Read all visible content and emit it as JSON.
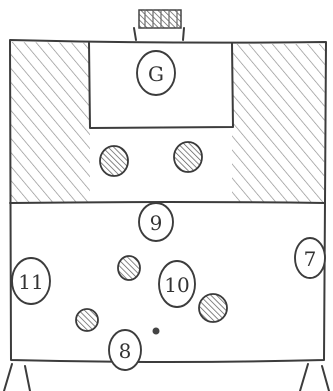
{
  "players": [
    {
      "label": "G",
      "kind": "marked",
      "zone": "box"
    },
    {
      "label": "",
      "kind": "hatched",
      "zone": "defense"
    },
    {
      "label": "",
      "kind": "hatched",
      "zone": "defense"
    },
    {
      "label": "9",
      "kind": "marked",
      "zone": "midline"
    },
    {
      "label": "11",
      "kind": "marked",
      "zone": "left-wing"
    },
    {
      "label": "7",
      "kind": "marked",
      "zone": "right-wing"
    },
    {
      "label": "",
      "kind": "hatched",
      "zone": "midfield"
    },
    {
      "label": "10",
      "kind": "marked",
      "zone": "midfield"
    },
    {
      "label": "",
      "kind": "hatched",
      "zone": "midfield"
    },
    {
      "label": "",
      "kind": "hatched",
      "zone": "midfield"
    },
    {
      "label": "8",
      "kind": "marked",
      "zone": "bottom"
    }
  ],
  "colors": {
    "pen": "#3c3c3c",
    "hatch": "#777777",
    "paper": "#ffffff"
  }
}
